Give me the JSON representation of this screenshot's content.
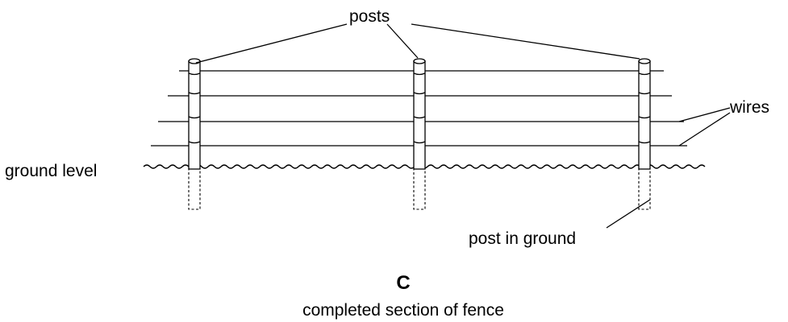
{
  "labels": {
    "posts": "posts",
    "wires": "wires",
    "ground_level": "ground level",
    "post_in_ground": "post in ground"
  },
  "caption": {
    "letter": "C",
    "text": "completed section of fence"
  }
}
